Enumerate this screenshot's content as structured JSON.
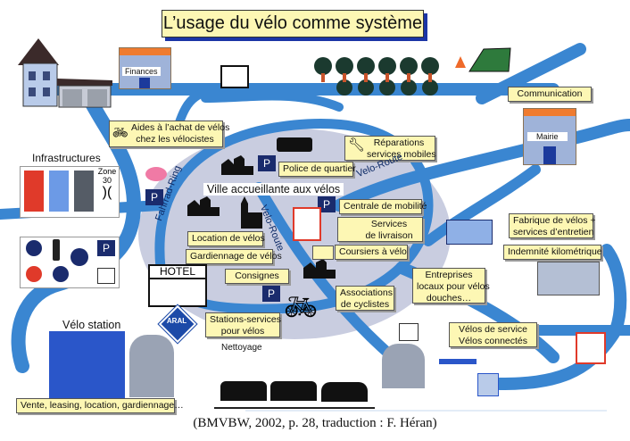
{
  "title": "L’usage du vélo comme système",
  "caption": "(BMVBW, 2002, p. 28, traduction : F. Héran)",
  "colors": {
    "road": "#3a86d1",
    "central_zone": "#c9cde0",
    "label_fill": "#fdf7b4",
    "title_shadow": "#1c36a6",
    "sign_blue": "#1a2b6d",
    "sign_red": "#e03a2a"
  },
  "buildings": {
    "finances": "Finances",
    "mairie": "Mairie",
    "hotel": "HOTEL",
    "aral": "ARAL"
  },
  "zone_labels": {
    "infrastructures": "Infrastructures",
    "zone30_line1": "Zone",
    "zone30_line2": "30",
    "ville": "Ville accueillante aux vélos",
    "velo_station": "Vélo station",
    "nettoyage": "Nettoyage"
  },
  "road_names": {
    "fahrrad_ring": "Fahrrad-Ring",
    "velo_route_center": "Velo-Route",
    "velo_route_top": "Velo-Route"
  },
  "labels": {
    "aides_l1": "Aides à l’achat de vélos",
    "aides_l2": "chez les vélocistes",
    "reparations_l1": "Réparations",
    "reparations_l2": "services mobiles",
    "police": "Police de quartier",
    "centrale": "Centrale de mobilité",
    "livraison_l1": "Services",
    "livraison_l2": "de livraison",
    "coursiers": "Coursiers à vélo",
    "location": "Location de vélos",
    "gardiennage": "Gardiennage de vélos",
    "consignes": "Consignes",
    "associations_l1": "Associations",
    "associations_l2": "de cyclistes",
    "stations_l1": "Stations-services",
    "stations_l2": "pour vélos",
    "communication": "Communication",
    "fabrique_l1": "Fabrique de vélos +",
    "fabrique_l2": "services d’entretien",
    "indemnite": "Indemnité kilométrique",
    "entreprises_l1": "Entreprises",
    "entreprises_l2": "locaux pour vélos",
    "entreprises_l3": "douches…",
    "velos_service_l1": "Vélos de service",
    "velos_service_l2": "Vélos connectés",
    "vente": "Vente, leasing, location, gardiennage…"
  }
}
